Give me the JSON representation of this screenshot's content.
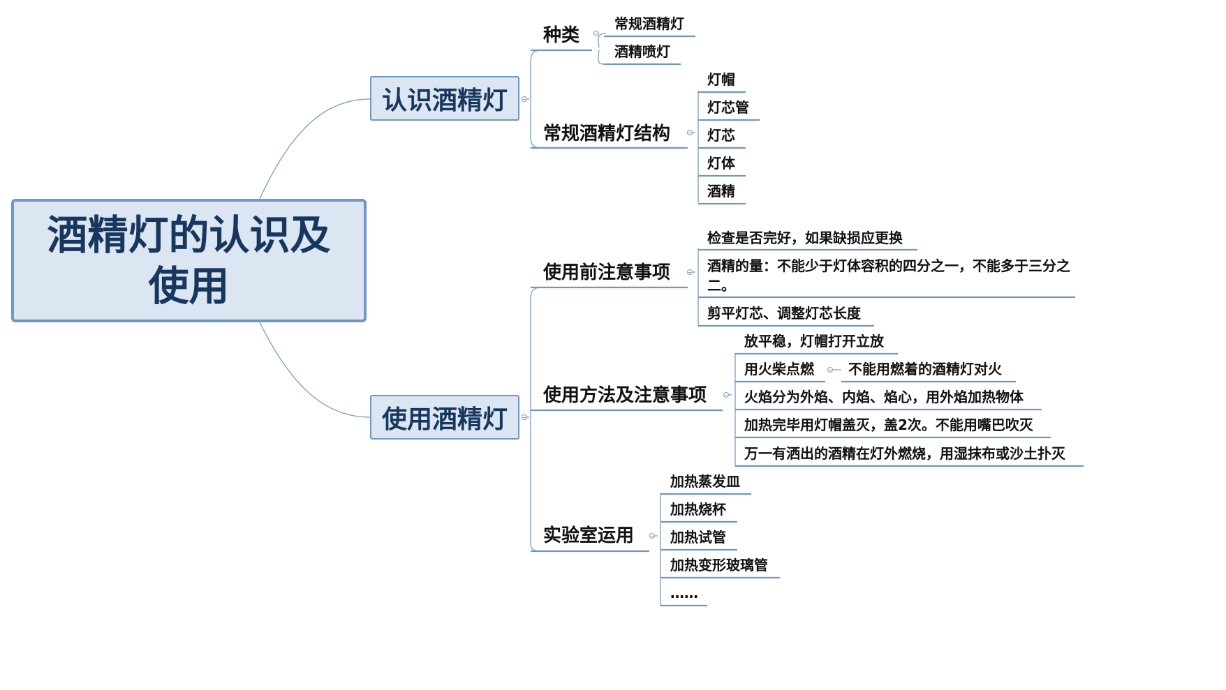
{
  "root": {
    "label": "酒精灯的认识及使用"
  },
  "branches": [
    {
      "label": "认识酒精灯",
      "children": [
        {
          "label": "种类",
          "children": [
            "常规酒精灯",
            "酒精喷灯"
          ]
        },
        {
          "label": "常规酒精灯结构",
          "children": [
            "灯帽",
            "灯芯管",
            "灯芯",
            "灯体",
            "酒精"
          ]
        }
      ]
    },
    {
      "label": "使用酒精灯",
      "children": [
        {
          "label": "使用前注意事项",
          "children": [
            "检查是否完好，如果缺损应更换",
            "酒精的量：不能少于灯体容积的四分之一，不能多于三分之二。",
            "剪平灯芯、调整灯芯长度"
          ]
        },
        {
          "label": "使用方法及注意事项",
          "children": [
            "放平稳，灯帽打开立放",
            "用火柴点燃",
            "火焰分为外焰、内焰、焰心，用外焰加热物体",
            "加热完毕用灯帽盖灭，盖2次。不能用嘴巴吹灭",
            "万一有洒出的酒精在灯外燃烧，用湿抹布或沙土扑灭"
          ]
        },
        {
          "label": "实验室运用",
          "children": [
            "加热蒸发皿",
            "加热烧杯",
            "加热试管",
            "加热变形玻璃管",
            "……"
          ]
        }
      ]
    }
  ],
  "sub_leaf": {
    "label": "不能用燃着的酒精灯对火"
  }
}
